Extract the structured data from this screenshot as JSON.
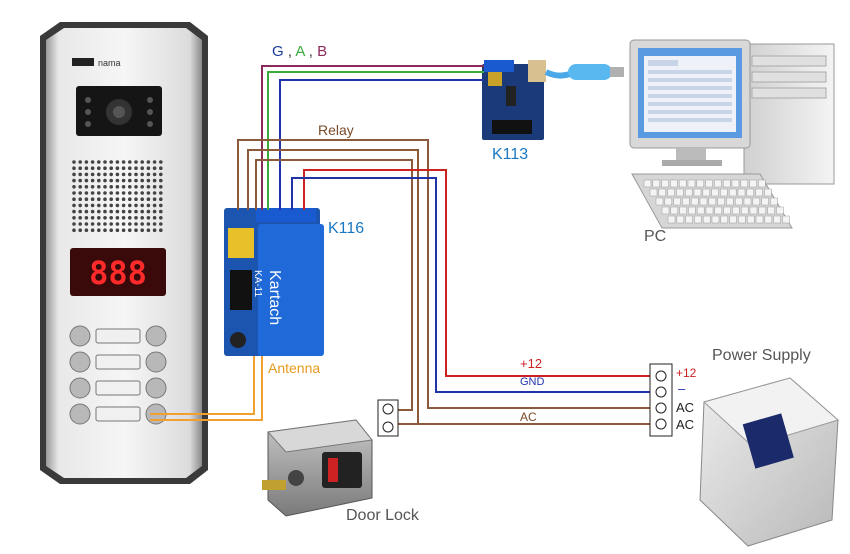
{
  "labels": {
    "gab_g": "G",
    "gab_comma1": " , ",
    "gab_a": "A",
    "gab_comma2": " , ",
    "gab_b": "B",
    "relay": "Relay",
    "k113": "K113",
    "k116": "K116",
    "pc": "PC",
    "antenna": "Antenna",
    "plus12_wire": "+12",
    "gnd_wire": "GND",
    "ac_wire": "AC",
    "term_plus12": "+12",
    "term_minus": "–",
    "term_ac1": "AC",
    "term_ac2": "AC",
    "power_supply": "Power Supply",
    "door_lock": "Door Lock"
  },
  "panel": {
    "brand": "nama",
    "display": "888"
  },
  "module": {
    "brand": "Kartach",
    "model": "KA-11"
  },
  "colors": {
    "g": "#2a7a2a",
    "a": "#3aaa3a",
    "b": "#8a2a5a",
    "relay": "#8a5a3a",
    "red": "#cc2222",
    "blue": "#2233aa",
    "orange": "#f0a030",
    "label_blue": "#1a78c2"
  }
}
